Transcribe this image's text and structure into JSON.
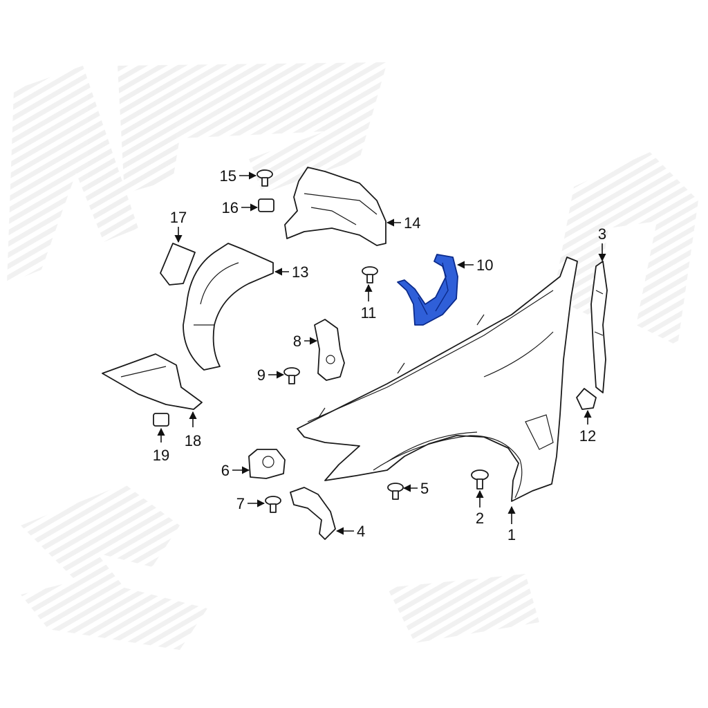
{
  "diagram": {
    "highlight_color": "#2f5fd8",
    "watermark_color": "#e9e9e9",
    "callouts": [
      {
        "id": "p1",
        "label": "1"
      },
      {
        "id": "p2",
        "label": "2"
      },
      {
        "id": "p3",
        "label": "3"
      },
      {
        "id": "p4",
        "label": "4"
      },
      {
        "id": "p5",
        "label": "5"
      },
      {
        "id": "p6",
        "label": "6"
      },
      {
        "id": "p7",
        "label": "7"
      },
      {
        "id": "p8",
        "label": "8"
      },
      {
        "id": "p9",
        "label": "9"
      },
      {
        "id": "p10",
        "label": "10"
      },
      {
        "id": "p11",
        "label": "11"
      },
      {
        "id": "p12",
        "label": "12"
      },
      {
        "id": "p13",
        "label": "13"
      },
      {
        "id": "p14",
        "label": "14"
      },
      {
        "id": "p15",
        "label": "15"
      },
      {
        "id": "p16",
        "label": "16"
      },
      {
        "id": "p17",
        "label": "17"
      },
      {
        "id": "p18",
        "label": "18"
      },
      {
        "id": "p19",
        "label": "19"
      }
    ]
  }
}
